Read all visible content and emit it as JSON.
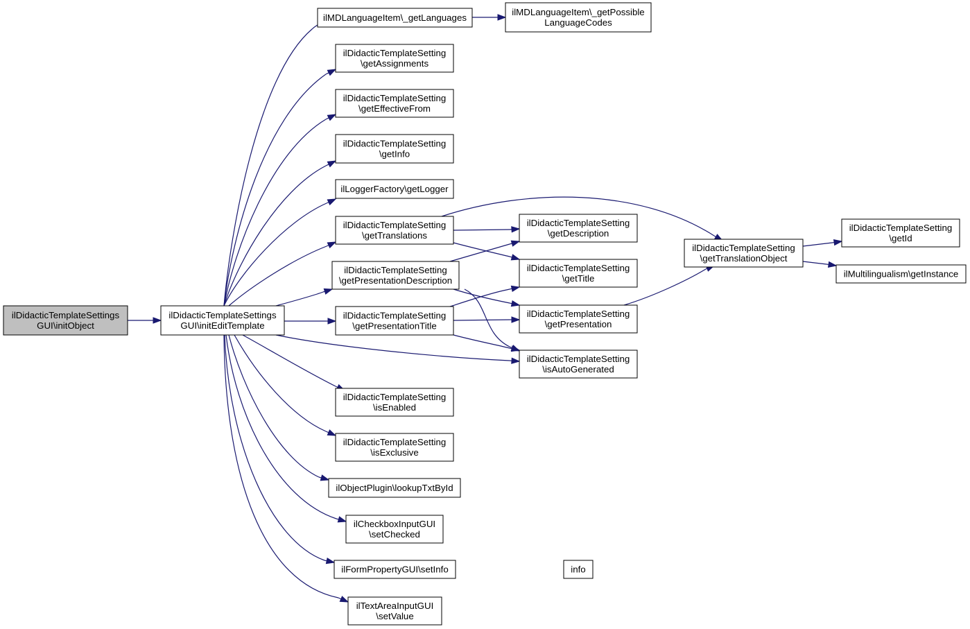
{
  "diagram": {
    "edge_color": "#191970",
    "root_fill": "#bfbfbf",
    "node_fill": "#ffffff",
    "nodes": {
      "root": [
        "ilDidacticTemplateSettings",
        "GUI\\initObject"
      ],
      "initEdit": [
        "ilDidacticTemplateSettings",
        "GUI\\initEditTemplate"
      ],
      "getLanguages": [
        "ilMDLanguageItem\\_getLanguages"
      ],
      "getPossible": [
        "ilMDLanguageItem\\_getPossible",
        "LanguageCodes"
      ],
      "getAssignments": [
        "ilDidacticTemplateSetting",
        "\\getAssignments"
      ],
      "getEffectiveFrom": [
        "ilDidacticTemplateSetting",
        "\\getEffectiveFrom"
      ],
      "getInfo": [
        "ilDidacticTemplateSetting",
        "\\getInfo"
      ],
      "getLogger": [
        "ilLoggerFactory\\getLogger"
      ],
      "getTranslations": [
        "ilDidacticTemplateSetting",
        "\\getTranslations"
      ],
      "getPresDesc": [
        "ilDidacticTemplateSetting",
        "\\getPresentationDescription"
      ],
      "getPresTitle": [
        "ilDidacticTemplateSetting",
        "\\getPresentationTitle"
      ],
      "isEnabled": [
        "ilDidacticTemplateSetting",
        "\\isEnabled"
      ],
      "isExclusive": [
        "ilDidacticTemplateSetting",
        "\\isExclusive"
      ],
      "lookupTxt": [
        "ilObjectPlugin\\lookupTxtById"
      ],
      "setChecked": [
        "ilCheckboxInputGUI",
        "\\setChecked"
      ],
      "setInfo": [
        "ilFormPropertyGUI\\setInfo"
      ],
      "setValue": [
        "ilTextAreaInputGUI",
        "\\setValue"
      ],
      "getDescription": [
        "ilDidacticTemplateSetting",
        "\\getDescription"
      ],
      "getTitle": [
        "ilDidacticTemplateSetting",
        "\\getTitle"
      ],
      "getPresentation": [
        "ilDidacticTemplateSetting",
        "\\getPresentation"
      ],
      "isAutoGenerated": [
        "ilDidacticTemplateSetting",
        "\\isAutoGenerated"
      ],
      "info": [
        "info"
      ],
      "getTranslationObject": [
        "ilDidacticTemplateSetting",
        "\\getTranslationObject"
      ],
      "getId": [
        "ilDidacticTemplateSetting",
        "\\getId"
      ],
      "getInstance": [
        "ilMultilingualism\\getInstance"
      ]
    }
  }
}
